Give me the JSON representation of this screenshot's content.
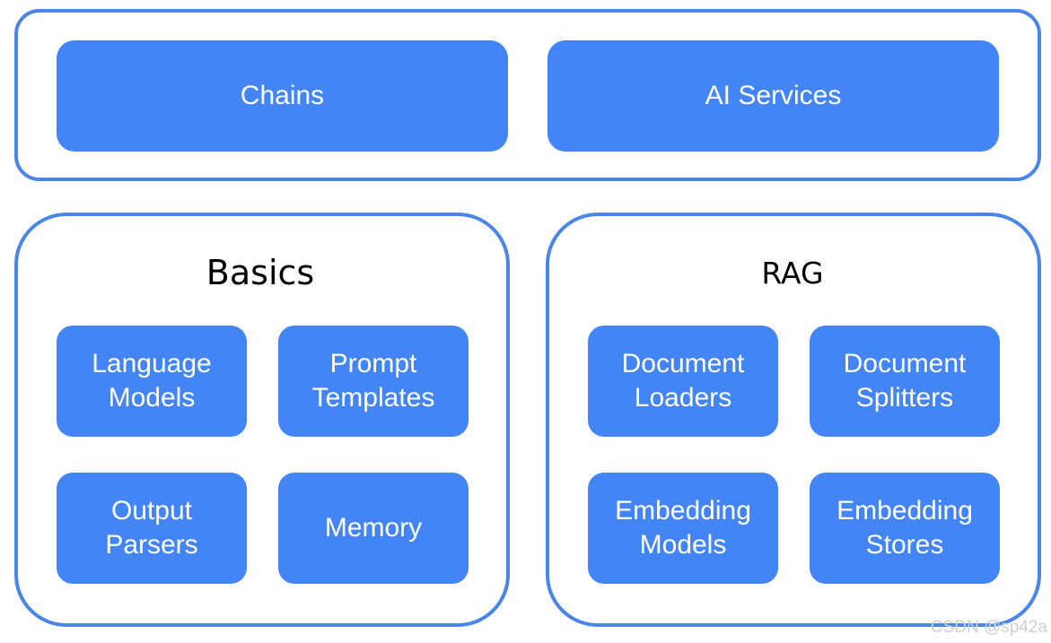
{
  "top_layer": {
    "items": [
      "Chains",
      "AI Services"
    ]
  },
  "basics": {
    "title": "Basics",
    "items": [
      "Language\nModels",
      "Prompt\nTemplates",
      "Output\nParsers",
      "Memory"
    ]
  },
  "rag": {
    "title": "RAG",
    "items": [
      "Document\nLoaders",
      "Document\nSplitters",
      "Embedding\nModels",
      "Embedding\nStores"
    ]
  },
  "watermark": "CSDN @sp42a",
  "colors": {
    "tile_fill": "#4385f4",
    "frame_border": "#4a86e8",
    "tile_text": "#ffffff"
  }
}
